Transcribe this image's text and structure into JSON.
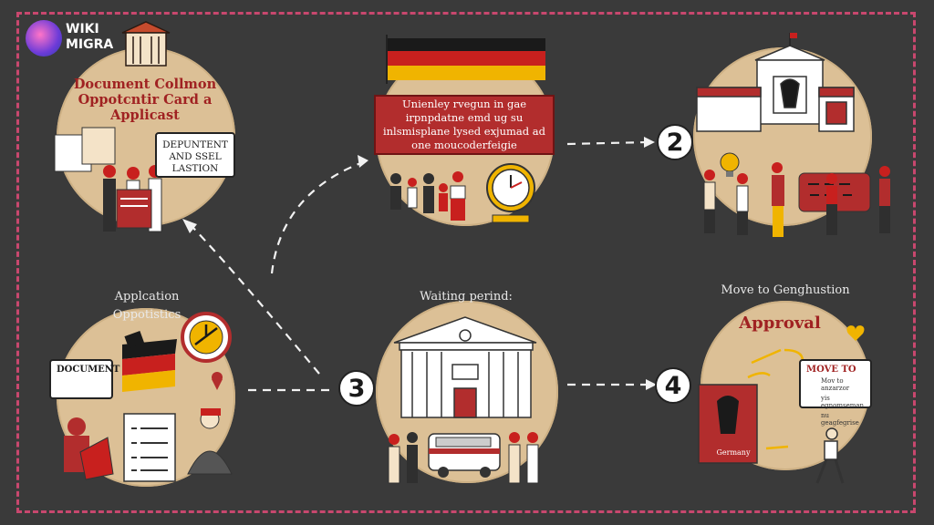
{
  "brand": {
    "line1": "WIKI",
    "line2": "MIGRA"
  },
  "steps": {
    "two": "2",
    "three": "3",
    "four": "4"
  },
  "panels": {
    "top_left_title": "Document Collmon Oppotcntir Card a Applicast",
    "top_left_card": "DEPUNTENT AND SSEL LASTION",
    "top_center_banner": "Unienley rvegun in gae irpnpdatne emd ug su inlsmisplane lysed exjumad ad one moucoderfeigie",
    "bottom_left_caption_1": "Applcation",
    "bottom_left_caption_2": "Oppotistics",
    "bottom_left_card": "DOCUMENT",
    "bottom_center_caption": "Waiting perind:",
    "bottom_right_caption": "Move to Genghustion",
    "bottom_right_title": "Approval",
    "bottom_right_card_title": "MOVE TO",
    "bottom_right_card_line1": "Mov to anzarzor",
    "bottom_right_card_line2": "yis egnomseman",
    "bottom_right_card_line3": "nu geagfegrise",
    "bottom_right_book": "Germany"
  },
  "colors": {
    "background": "#3a3a3a",
    "frame": "#c8476e",
    "circle": "#dcc096",
    "accent_red": "#b22d2d",
    "flag_black": "#1a1a1a",
    "flag_red": "#c8201e",
    "flag_gold": "#f0b400"
  }
}
